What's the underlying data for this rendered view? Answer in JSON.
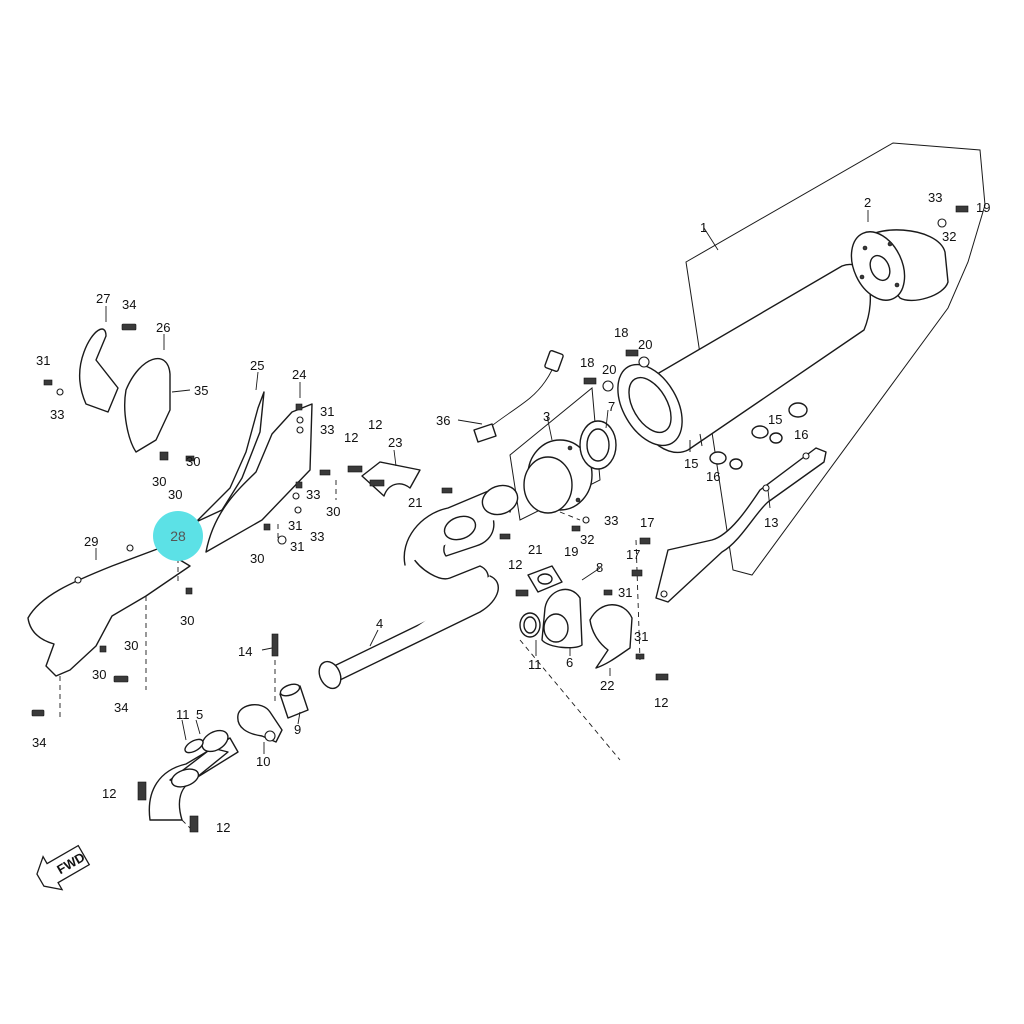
{
  "diagram": {
    "highlight_color": "#5ce1e6",
    "line_color": "#1a1a1a",
    "fwd_label": "FWD",
    "highlighted_callout": "28",
    "callouts": {
      "c1": "1",
      "c2": "2",
      "c3": "3",
      "c4": "4",
      "c5": "5",
      "c6": "6",
      "c7": "7",
      "c8": "8",
      "c9": "9",
      "c10": "10",
      "c11a": "11",
      "c11b": "11",
      "c12a": "12",
      "c12b": "12",
      "c12c": "12",
      "c12d": "12",
      "c12e": "12",
      "c12f": "12",
      "c13": "13",
      "c14": "14",
      "c15a": "15",
      "c15b": "15",
      "c16a": "16",
      "c16b": "16",
      "c17a": "17",
      "c17b": "17",
      "c18a": "18",
      "c18b": "18",
      "c19a": "19",
      "c19b": "19",
      "c20a": "20",
      "c20b": "20",
      "c21a": "21",
      "c21b": "21",
      "c22": "22",
      "c23": "23",
      "c24": "24",
      "c25": "25",
      "c26": "26",
      "c27": "27",
      "c29": "29",
      "c30a": "30",
      "c30b": "30",
      "c30c": "30",
      "c30d": "30",
      "c30e": "30",
      "c30f": "30",
      "c30g": "30",
      "c31a": "31",
      "c31b": "31",
      "c31c": "31",
      "c31d": "31",
      "c31e": "31",
      "c31f": "31",
      "c32a": "32",
      "c32b": "32",
      "c33a": "33",
      "c33b": "33",
      "c33c": "33",
      "c33d": "33",
      "c33e": "33",
      "c33f": "33",
      "c34a": "34",
      "c34b": "34",
      "c34c": "34",
      "c35": "35",
      "c36": "36"
    }
  }
}
